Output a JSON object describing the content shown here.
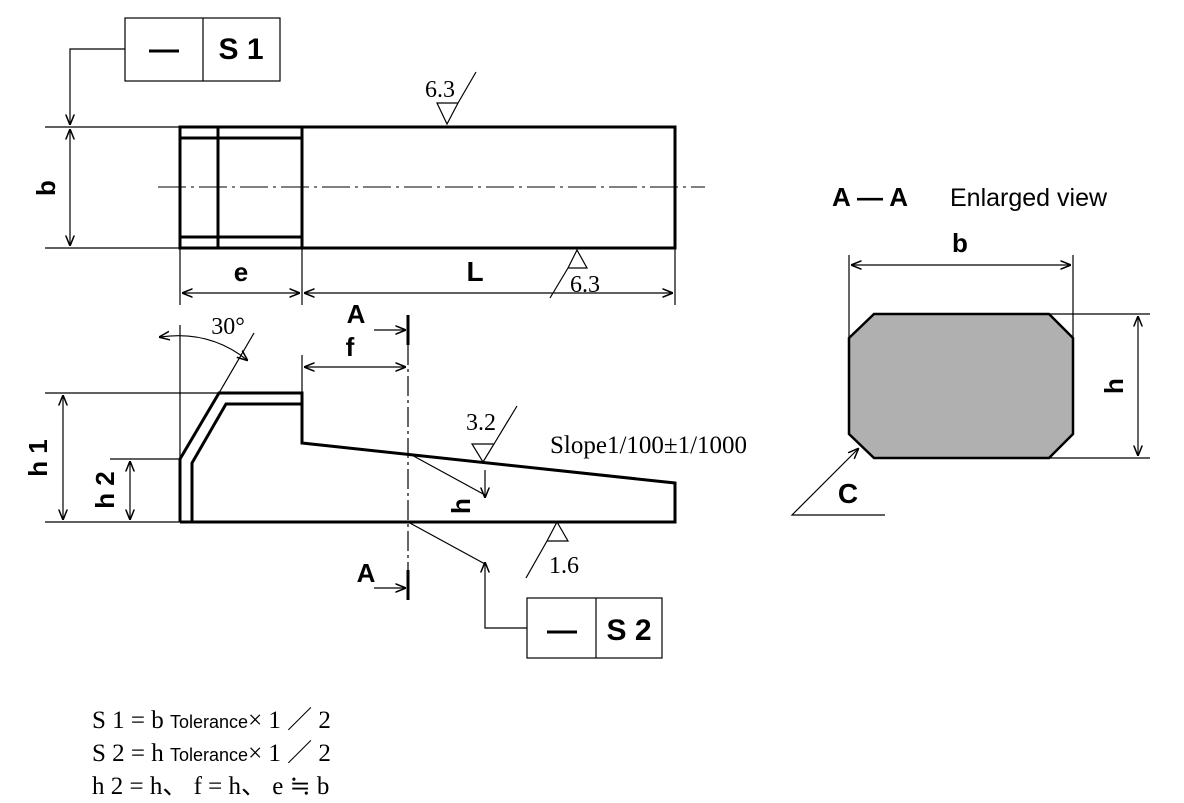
{
  "frame_top": {
    "symbol": "—",
    "datum": "S 1"
  },
  "frame_bottom": {
    "symbol": "—",
    "datum": "S 2"
  },
  "dims": {
    "b": "b",
    "e": "e",
    "L": "L",
    "h1": "h 1",
    "h2": "h 2",
    "f": "f",
    "h": "h",
    "angle": "30°",
    "chamfer": "C"
  },
  "finish": {
    "top": "6.3",
    "bottom": "6.3",
    "slope": "3.2",
    "base": "1.6"
  },
  "section_mark": "A",
  "section_view": {
    "title": "A — A",
    "subtitle": "Enlarged view",
    "b": "b",
    "h": "h"
  },
  "slope_note": "Slope1/100±1/1000",
  "notes": [
    {
      "pre": "S 1 = b ",
      "small": "Tolerance",
      "post": "× 1 ／ 2"
    },
    {
      "pre": "S 2 = h ",
      "small": "Tolerance",
      "post": "× 1 ／ 2"
    },
    {
      "pre": "h 2 = h、 f = h、 e ≒ b",
      "small": "",
      "post": ""
    }
  ],
  "colors": {
    "section_fill": "#b0b0b0",
    "line": "#000000"
  }
}
